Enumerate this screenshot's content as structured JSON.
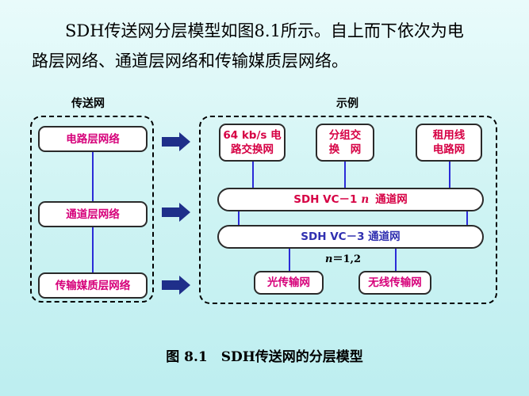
{
  "intro": {
    "line1": "SDH传送网分层模型如图8.1所示。自上而下依次为电",
    "line2": "路层网络、通道层网络和传输媒质层网络。"
  },
  "diagram": {
    "left_title": "传送网",
    "right_title": "示例",
    "layers": [
      {
        "label": "电路层网络"
      },
      {
        "label": "通道层网络"
      },
      {
        "label": "传输媒质层网络"
      }
    ],
    "examples": {
      "circuit_switch": {
        "line1": "64 kb/s 电",
        "line2": "路交换网"
      },
      "packet_switch": {
        "line1": "分组交",
        "line2": "换　网"
      },
      "leased_line": {
        "line1": "租用线",
        "line2": "电路网"
      },
      "vc1": {
        "prefix": "SDH VC－1",
        "italic": "n",
        "suffix": "通道网"
      },
      "vc3": {
        "label": "SDH VC－3 通道网"
      },
      "n_value": {
        "italic": "n",
        "rest": "＝1,2"
      },
      "optical": {
        "label": "光传输网"
      },
      "wireless": {
        "label": "无线传输网"
      }
    },
    "colors": {
      "line": "#2b2bd8",
      "arrow": "#1f2f8a",
      "label_text": "#d6007a"
    }
  },
  "caption": "图 8.1　SDH传送网的分层模型"
}
